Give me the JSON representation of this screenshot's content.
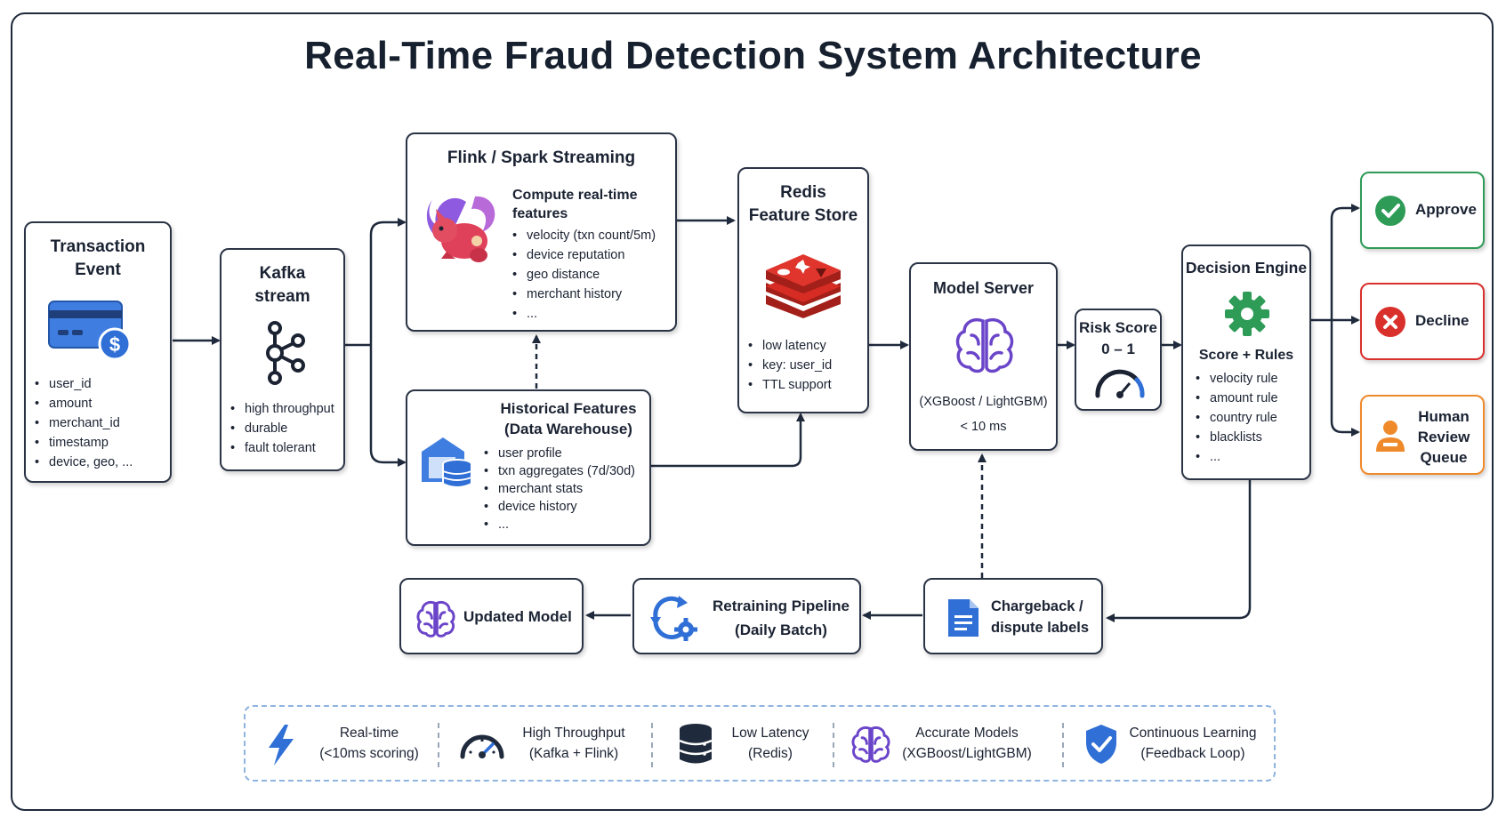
{
  "title": "Real-Time Fraud Detection System Architecture",
  "transaction": {
    "title_line1": "Transaction",
    "title_line2": "Event",
    "icon": "credit-card-dollar-icon",
    "fields": [
      "user_id",
      "amount",
      "merchant_id",
      "timestamp",
      "device, geo, ..."
    ]
  },
  "kafka": {
    "title_line1": "Kafka",
    "title_line2": "stream",
    "icon": "kafka-icon",
    "props": [
      "high throughput",
      "durable",
      "fault tolerant"
    ]
  },
  "flink": {
    "title": "Flink / Spark Streaming",
    "icon": "squirrel-icon",
    "subtitle_line1": "Compute real-time",
    "subtitle_line2": "features",
    "features": [
      "velocity (txn count/5m)",
      "device reputation",
      "geo distance",
      "merchant history",
      "..."
    ]
  },
  "historical": {
    "title_line1": "Historical Features",
    "title_line2": "(Data Warehouse)",
    "icon": "warehouse-database-icon",
    "features": [
      "user profile",
      "txn aggregates (7d/30d)",
      "merchant stats",
      "device history",
      "..."
    ]
  },
  "redis": {
    "title_line1": "Redis",
    "title_line2": "Feature Store",
    "icon": "redis-icon",
    "props": [
      "low latency",
      "key: user_id",
      "TTL support"
    ]
  },
  "model_server": {
    "title": "Model Server",
    "icon": "brain-icon",
    "model": "(XGBoost / LightGBM)",
    "latency": "< 10 ms"
  },
  "risk": {
    "title_line1": "Risk Score",
    "title_line2": "0 – 1",
    "icon": "gauge-icon"
  },
  "decision": {
    "title": "Decision Engine",
    "icon": "gear-icon",
    "subtitle": "Score + Rules",
    "rules": [
      "velocity rule",
      "amount rule",
      "country rule",
      "blacklists",
      "..."
    ]
  },
  "outcomes": {
    "approve": "Approve",
    "decline": "Decline",
    "review_line1": "Human",
    "review_line2": "Review",
    "review_line3": "Queue"
  },
  "feedback": {
    "chargeback_line1": "Chargeback /",
    "chargeback_line2": "dispute labels",
    "retraining_line1": "Retraining Pipeline",
    "retraining_line2": "(Daily Batch)",
    "updated_model": "Updated Model"
  },
  "legend": [
    {
      "icon": "lightning-icon",
      "line1": "Real-time",
      "line2": "(<10ms scoring)"
    },
    {
      "icon": "speedometer-icon",
      "line1": "High Throughput",
      "line2": "(Kafka + Flink)"
    },
    {
      "icon": "database-icon",
      "line1": "Low Latency",
      "line2": "(Redis)"
    },
    {
      "icon": "brain-icon",
      "line1": "Accurate Models",
      "line2": "(XGBoost/LightGBM)"
    },
    {
      "icon": "shield-check-icon",
      "line1": "Continuous Learning",
      "line2": "(Feedback Loop)"
    }
  ],
  "colors": {
    "ink": "#1b2333",
    "blue": "#2f6fd6",
    "purple": "#6b45c9",
    "green": "#2e9b57",
    "red": "#d9302c",
    "orange": "#ef8a2b",
    "redis_red": "#d72c24"
  }
}
